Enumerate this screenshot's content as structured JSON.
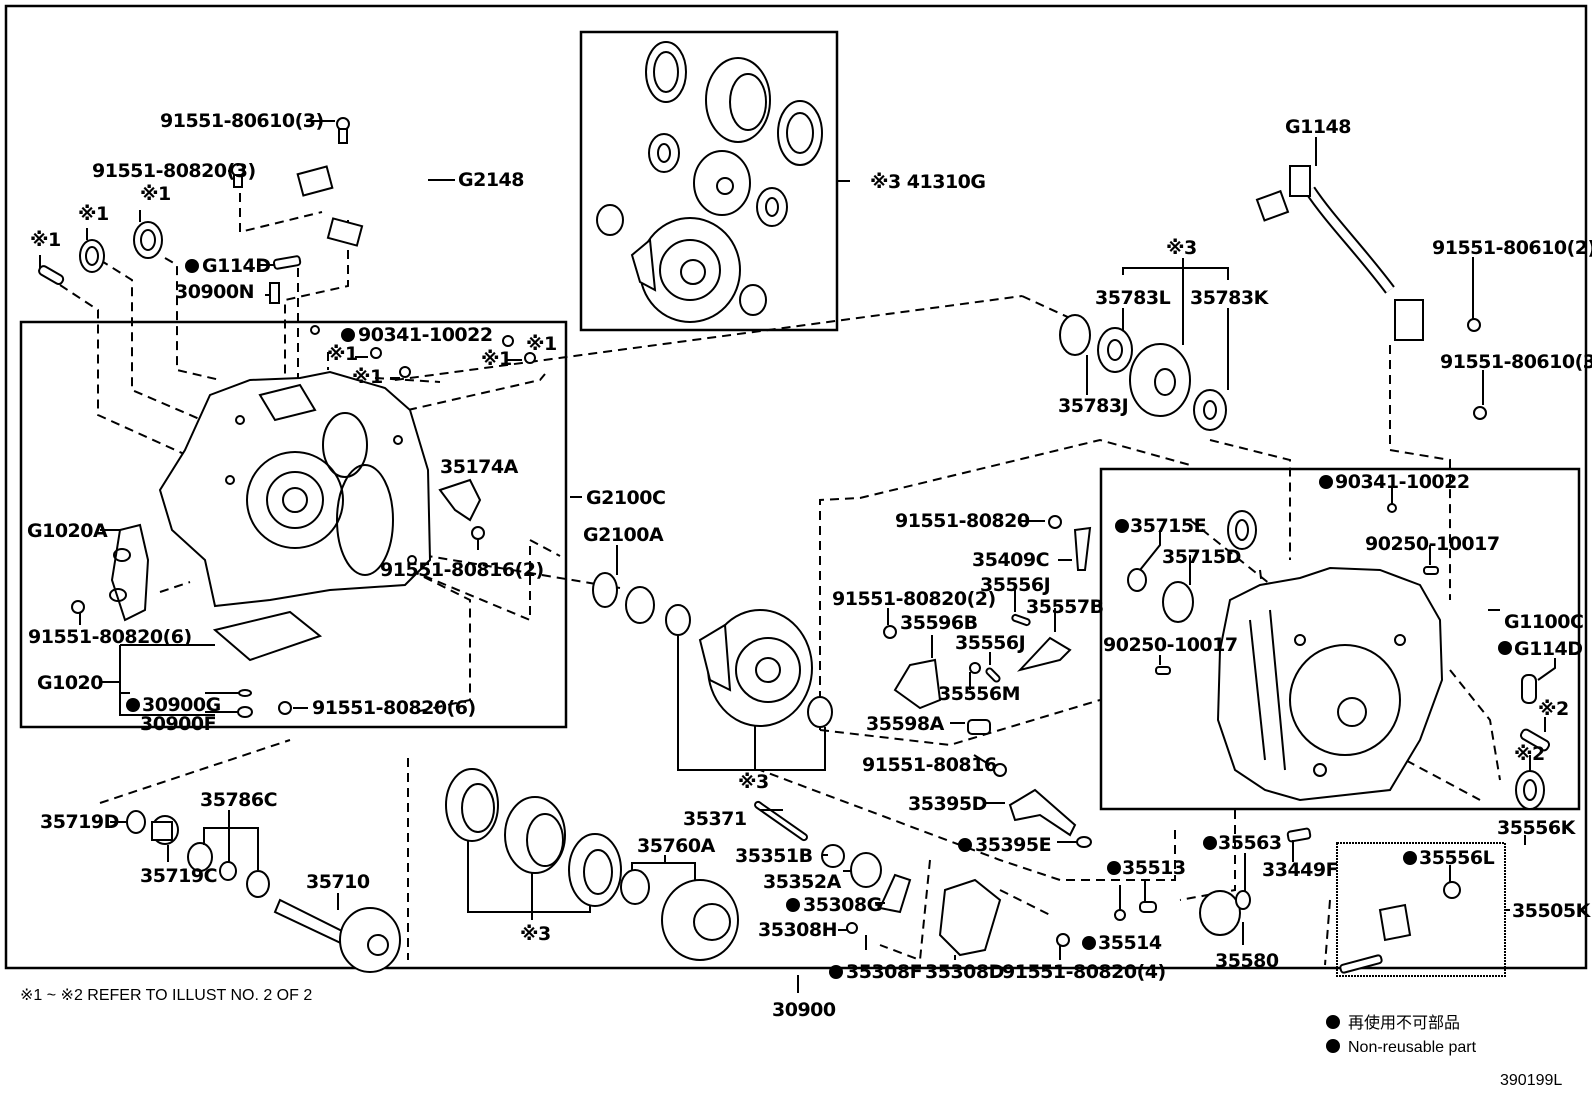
{
  "diagram": {
    "title": "Transaxle case / differential parts illustration",
    "figure_id": "390199L",
    "footnote": "※1 ~ ※2 REFER TO ILLUST NO. 2 OF 2",
    "assembly_label": "30900",
    "legend": [
      {
        "marker": "non-reusable-dot",
        "text": "再使用不可部品"
      },
      {
        "marker": "non-reusable-dot",
        "text": "Non-reusable part"
      }
    ],
    "labels": {
      "p91551_80610_3_top": "91551-80610(3)",
      "p91551_80820_3": "91551-80820(3)",
      "g2148": "G2148",
      "ref1_a": "※1",
      "ref1_b": "※1",
      "ref1_c": "※1",
      "g114d_left": "G114D",
      "p30900n": "30900N",
      "p90341_left": "90341-10022",
      "ref1_d": "※1",
      "ref1_e": "※1",
      "ref1_f": "※1",
      "ref1_g": "※1",
      "p35174a": "35174A",
      "g2100c": "G2100C",
      "g1020a": "G1020A",
      "p91551_80816_2": "91551-80816(2)",
      "p91551_80820_6_a": "91551-80820(6)",
      "g1020": "G1020",
      "p30900g": "30900G",
      "p30900f": "30900F",
      "p91551_80820_6_b": "91551-80820(6)",
      "p41310g": "※3 41310G",
      "g2100a": "G2100A",
      "ref3_diff": "※3",
      "g1148": "G1148",
      "ref3_top": "※3",
      "p35783l": "35783L",
      "p35783k": "35783K",
      "p35783j": "35783J",
      "p91551_80610_2": "91551-80610(2)",
      "p91551_80610_3_right": "91551-80610(3)",
      "p90341_right": "90341-10022",
      "p90250_top": "90250-10017",
      "p35715e": "35715E",
      "p35715d": "35715D",
      "p90250_left": "90250-10017",
      "g1100c": "G1100C",
      "g114d_right": "G114D",
      "ref2_a": "※2",
      "ref2_b": "※2",
      "p35556k": "35556K",
      "p91551_80820": "91551-80820",
      "p35409c": "35409C",
      "p91551_80820_2": "91551-80820(2)",
      "p35556j_a": "35556J",
      "p35557b": "35557B",
      "p35596b": "35596B",
      "p35556j_b": "35556J",
      "p35556m": "35556M",
      "p35598a": "35598A",
      "p91551_80816": "91551-80816",
      "p35395d": "35395D",
      "p35395e": "35395E",
      "p35371": "35371",
      "p35351b": "35351B",
      "p35352a": "35352A",
      "p35308g": "35308G",
      "p35308h": "35308H",
      "p35308f": "35308F",
      "p35308d": "35308D",
      "p91551_80820_4": "91551-80820(4)",
      "p35514": "35514",
      "p35513": "35513",
      "p35563": "35563",
      "p33449f": "33449F",
      "p35580": "35580",
      "p35556l": "35556L",
      "p35505k": "35505K",
      "p35719d": "35719D",
      "p35786c": "35786C",
      "p35719c": "35719C",
      "p35710": "35710",
      "p35760a": "35760A",
      "ref3_bottom": "※3"
    }
  }
}
